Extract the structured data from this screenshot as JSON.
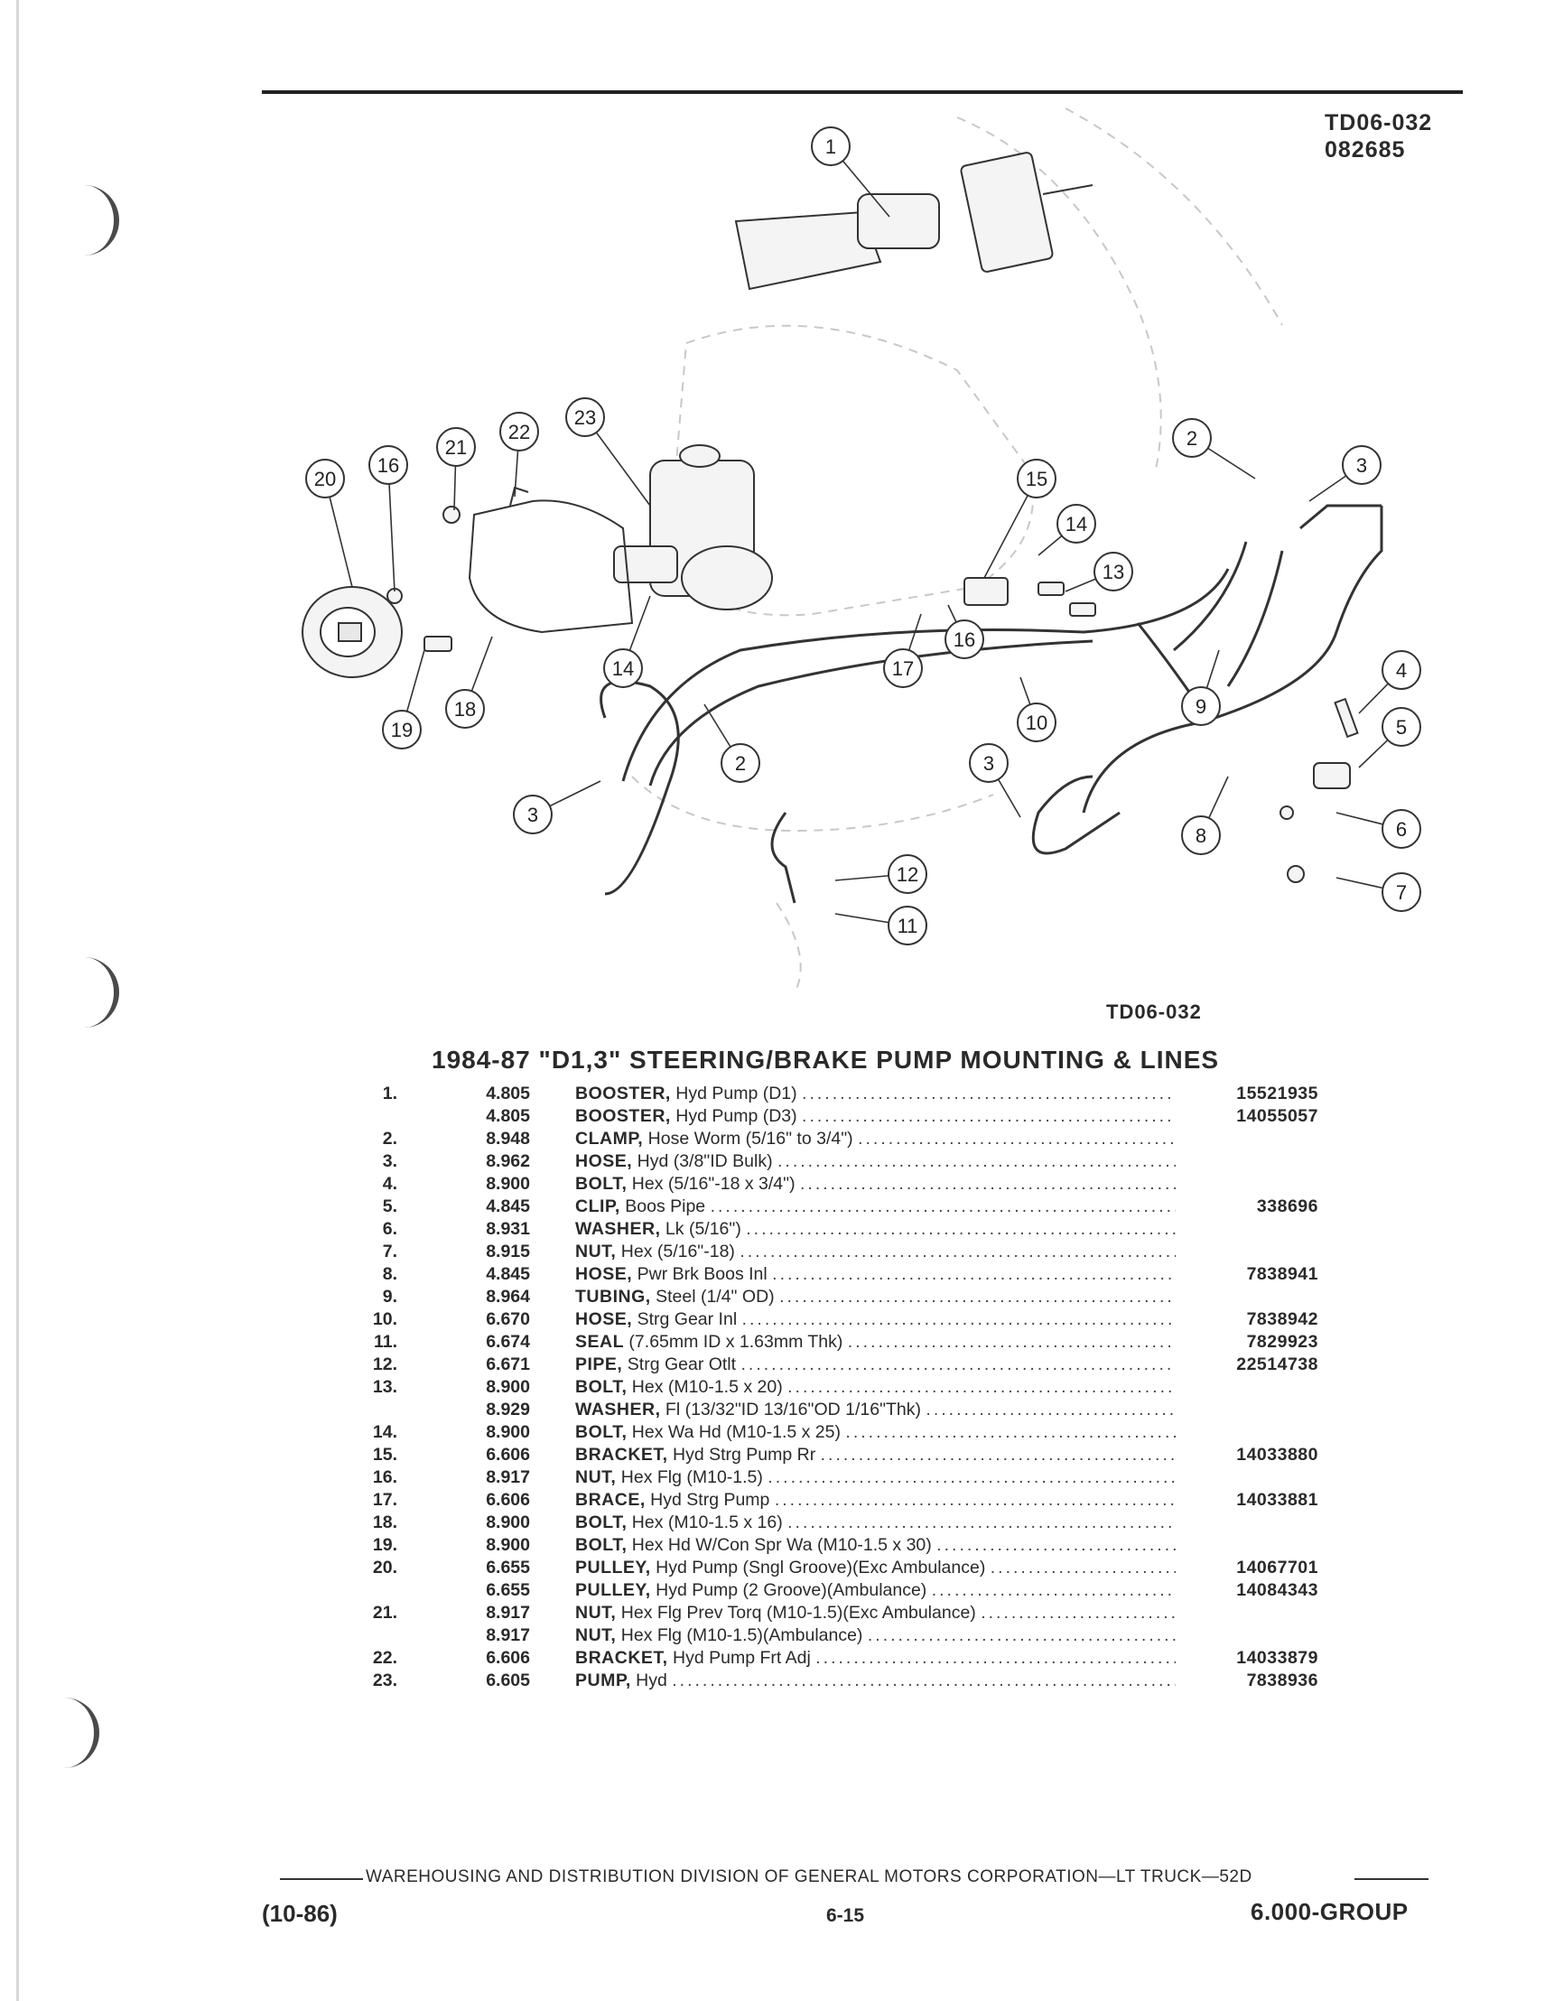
{
  "header": {
    "ref_code": "TD06-032",
    "date_code": "082685"
  },
  "diagram": {
    "code": "TD06-032",
    "callouts": [
      {
        "id": "c1",
        "label": "1"
      },
      {
        "id": "c2a",
        "label": "2"
      },
      {
        "id": "c3a",
        "label": "3"
      },
      {
        "id": "c4",
        "label": "4"
      },
      {
        "id": "c5",
        "label": "5"
      },
      {
        "id": "c6",
        "label": "6"
      },
      {
        "id": "c7",
        "label": "7"
      },
      {
        "id": "c8",
        "label": "8"
      },
      {
        "id": "c9",
        "label": "9"
      },
      {
        "id": "c10",
        "label": "10"
      },
      {
        "id": "c11",
        "label": "11"
      },
      {
        "id": "c12",
        "label": "12"
      },
      {
        "id": "c13",
        "label": "13"
      },
      {
        "id": "c14a",
        "label": "14"
      },
      {
        "id": "c15",
        "label": "15"
      },
      {
        "id": "c16a",
        "label": "16"
      },
      {
        "id": "c17",
        "label": "17"
      },
      {
        "id": "c16b",
        "label": "16"
      },
      {
        "id": "c14b",
        "label": "14"
      },
      {
        "id": "c18",
        "label": "18"
      },
      {
        "id": "c19",
        "label": "19"
      },
      {
        "id": "c20",
        "label": "20"
      },
      {
        "id": "c21",
        "label": "21"
      },
      {
        "id": "c22",
        "label": "22"
      },
      {
        "id": "c23",
        "label": "23"
      },
      {
        "id": "c2b",
        "label": "2"
      },
      {
        "id": "c3b",
        "label": "3"
      },
      {
        "id": "c3c",
        "label": "3"
      }
    ]
  },
  "parts": {
    "title": "1984-87 \"D1,3\" STEERING/BRAKE PUMP MOUNTING & LINES",
    "items": [
      {
        "no": "1.",
        "group": "4.805",
        "name": "BOOSTER,",
        "detail": "Hyd Pump (D1)",
        "part": "15521935"
      },
      {
        "no": "",
        "group": "4.805",
        "name": "BOOSTER,",
        "detail": "Hyd Pump (D3)",
        "part": "14055057"
      },
      {
        "no": "2.",
        "group": "8.948",
        "name": "CLAMP,",
        "detail": "Hose Worm (5/16\" to 3/4\")",
        "part": ""
      },
      {
        "no": "3.",
        "group": "8.962",
        "name": "HOSE,",
        "detail": "Hyd (3/8\"ID Bulk)",
        "part": ""
      },
      {
        "no": "4.",
        "group": "8.900",
        "name": "BOLT,",
        "detail": "Hex (5/16\"-18 x 3/4\")",
        "part": ""
      },
      {
        "no": "5.",
        "group": "4.845",
        "name": "CLIP,",
        "detail": "Boos Pipe",
        "part": "338696"
      },
      {
        "no": "6.",
        "group": "8.931",
        "name": "WASHER,",
        "detail": "Lk (5/16\")",
        "part": ""
      },
      {
        "no": "7.",
        "group": "8.915",
        "name": "NUT,",
        "detail": "Hex (5/16\"-18)",
        "part": ""
      },
      {
        "no": "8.",
        "group": "4.845",
        "name": "HOSE,",
        "detail": "Pwr Brk Boos Inl",
        "part": "7838941"
      },
      {
        "no": "9.",
        "group": "8.964",
        "name": "TUBING,",
        "detail": "Steel (1/4\" OD)",
        "part": ""
      },
      {
        "no": "10.",
        "group": "6.670",
        "name": "HOSE,",
        "detail": "Strg Gear Inl",
        "part": "7838942"
      },
      {
        "no": "11.",
        "group": "6.674",
        "name": "SEAL",
        "detail": "(7.65mm ID x 1.63mm Thk)",
        "part": "7829923"
      },
      {
        "no": "12.",
        "group": "6.671",
        "name": "PIPE,",
        "detail": "Strg Gear Otlt",
        "part": "22514738"
      },
      {
        "no": "13.",
        "group": "8.900",
        "name": "BOLT,",
        "detail": "Hex (M10-1.5 x 20)",
        "part": ""
      },
      {
        "no": "",
        "group": "8.929",
        "name": "WASHER,",
        "detail": "Fl (13/32\"ID 13/16\"OD 1/16\"Thk)",
        "part": ""
      },
      {
        "no": "14.",
        "group": "8.900",
        "name": "BOLT,",
        "detail": "Hex Wa Hd (M10-1.5 x 25)",
        "part": ""
      },
      {
        "no": "15.",
        "group": "6.606",
        "name": "BRACKET,",
        "detail": "Hyd Strg Pump Rr",
        "part": "14033880"
      },
      {
        "no": "16.",
        "group": "8.917",
        "name": "NUT,",
        "detail": "Hex Flg (M10-1.5)",
        "part": ""
      },
      {
        "no": "17.",
        "group": "6.606",
        "name": "BRACE,",
        "detail": "Hyd Strg Pump",
        "part": "14033881"
      },
      {
        "no": "18.",
        "group": "8.900",
        "name": "BOLT,",
        "detail": "Hex (M10-1.5 x 16)",
        "part": ""
      },
      {
        "no": "19.",
        "group": "8.900",
        "name": "BOLT,",
        "detail": "Hex Hd W/Con Spr Wa (M10-1.5 x 30)",
        "part": ""
      },
      {
        "no": "20.",
        "group": "6.655",
        "name": "PULLEY,",
        "detail": "Hyd Pump (Sngl Groove)(Exc Ambulance)",
        "part": "14067701"
      },
      {
        "no": "",
        "group": "6.655",
        "name": "PULLEY,",
        "detail": "Hyd Pump (2 Groove)(Ambulance)",
        "part": "14084343"
      },
      {
        "no": "21.",
        "group": "8.917",
        "name": "NUT,",
        "detail": "Hex Flg Prev Torq (M10-1.5)(Exc Ambulance)",
        "part": ""
      },
      {
        "no": "",
        "group": "8.917",
        "name": "NUT,",
        "detail": "Hex Flg (M10-1.5)(Ambulance)",
        "part": ""
      },
      {
        "no": "22.",
        "group": "6.606",
        "name": "BRACKET,",
        "detail": "Hyd Pump Frt Adj",
        "part": "14033879"
      },
      {
        "no": "23.",
        "group": "6.605",
        "name": "PUMP,",
        "detail": "Hyd",
        "part": "7838936"
      }
    ]
  },
  "footer": {
    "org": "WAREHOUSING AND DISTRIBUTION  DIVISION OF GENERAL MOTORS CORPORATION—LT TRUCK—52D",
    "date": "(10-86)",
    "page": "6-15",
    "group": "6.000-GROUP"
  }
}
